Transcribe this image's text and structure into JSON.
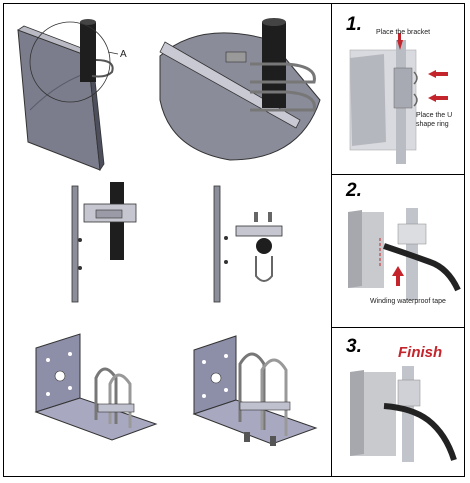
{
  "callout_label": "A",
  "steps": [
    {
      "number": "1.",
      "labels": [
        "Place the bracket",
        "Place the U",
        "shape ring"
      ]
    },
    {
      "number": "2.",
      "labels": [
        "Winding waterproof tape"
      ]
    },
    {
      "number": "3.",
      "finish": "Finish"
    }
  ],
  "colors": {
    "arrow": "#c4252c",
    "panel_dark": "#6e7080",
    "panel_light": "#d6d6de",
    "pole": "#1e1e1e"
  }
}
